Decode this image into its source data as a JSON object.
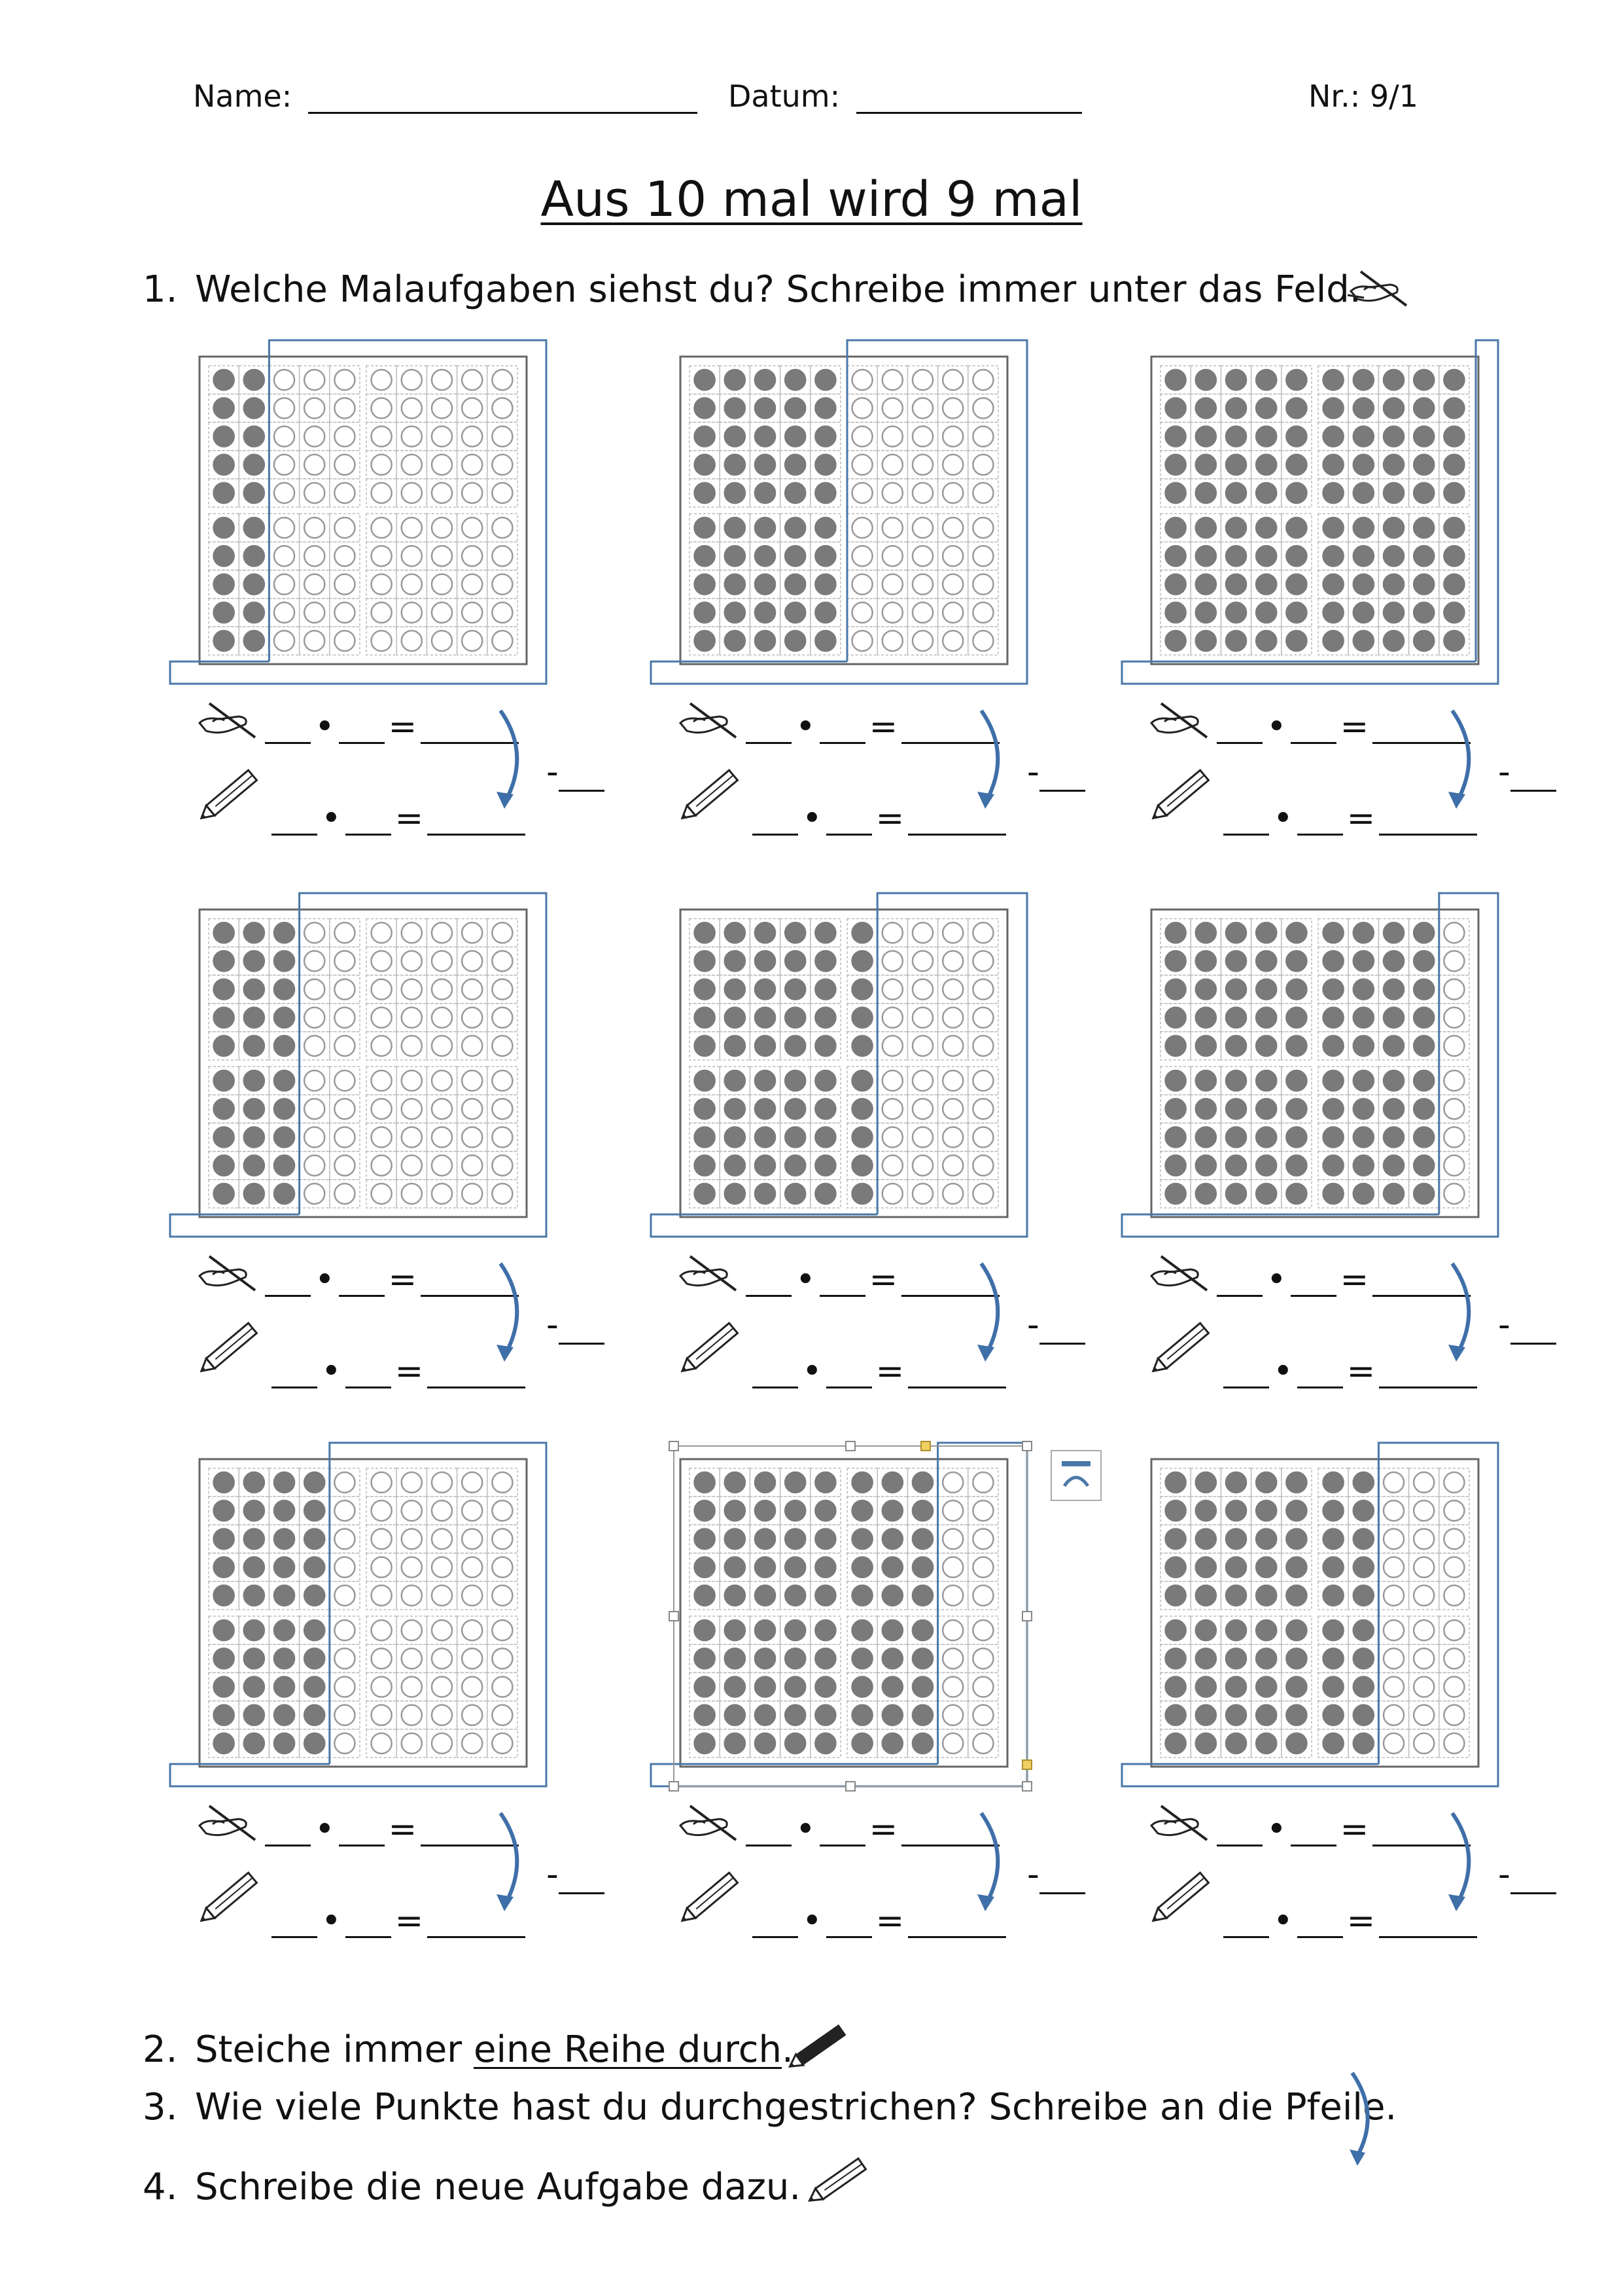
{
  "header": {
    "name_label": "Name:",
    "date_label": "Datum:",
    "number_label": "Nr.: 9/1"
  },
  "title": "Aus 10 mal wird 9 mal",
  "tasks": [
    {
      "number": "1.",
      "text": "Welche Malaufgaben siehst du? Schreibe immer unter das Feld.",
      "icon": "writing-hand-icon"
    },
    {
      "number": "2.",
      "text_before": "Steiche immer ",
      "text_underlined": "eine Reihe durch",
      "text_after": ".",
      "icon": "pencil-icon"
    },
    {
      "number": "3.",
      "text": "Wie viele Punkte hast du durchgestrichen? Schreibe an die Pfeile.",
      "icon": "curved-arrow-icon"
    },
    {
      "number": "4.",
      "text": "Schreibe die neue Aufgabe dazu.",
      "icon": "pencil-icon"
    }
  ],
  "equation": {
    "mul_symbol": "•",
    "eq_symbol": "=",
    "minus_label": "-"
  },
  "fields": [
    {
      "filled_columns": 2,
      "cover_column": 2
    },
    {
      "filled_columns": 5,
      "cover_column": 5
    },
    {
      "filled_columns": 10,
      "cover_column": 10
    },
    {
      "filled_columns": 3,
      "cover_column": 3
    },
    {
      "filled_columns": 6,
      "cover_column": 6
    },
    {
      "filled_columns": 9,
      "cover_column": 9
    },
    {
      "filled_columns": 4,
      "cover_column": 4
    },
    {
      "filled_columns": 8,
      "cover_column": 8
    },
    {
      "filled_columns": 7,
      "cover_column": 7
    }
  ],
  "colors": {
    "filled_dot": "#7a7a7a",
    "empty_dot": "#9a9a9a",
    "cover_frame": "#4a78a8",
    "arrow": "#3f6fa8",
    "selection_handle": "#f0d060"
  }
}
